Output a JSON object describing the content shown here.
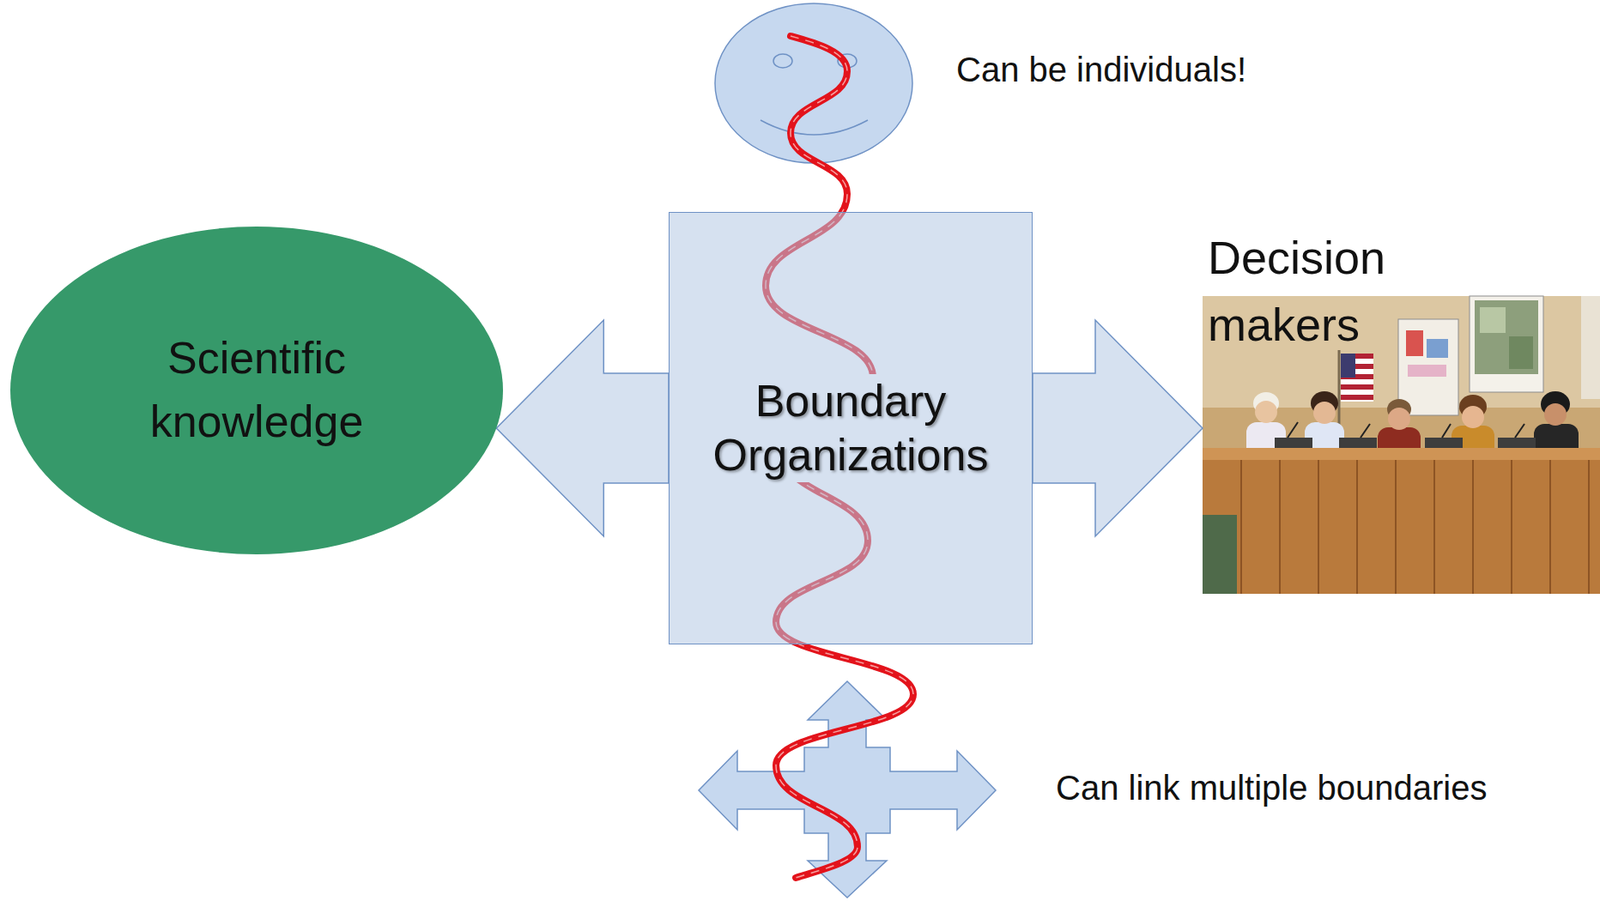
{
  "diagram": {
    "nodes": [
      {
        "text": [
          "Scientific knowledge"
        ]
      },
      {
        "text": [
          "Boundary Organizations"
        ]
      },
      {
        "text": [
          "Decision makers"
        ]
      }
    ],
    "edges": [
      {
        "from": 1,
        "to": 0,
        "arrow": "to"
      },
      {
        "from": 1,
        "to": 2,
        "arrow": "to"
      }
    ],
    "labels": [
      "Can be individuals!",
      "Can link multiple boundaries"
    ]
  }
}
